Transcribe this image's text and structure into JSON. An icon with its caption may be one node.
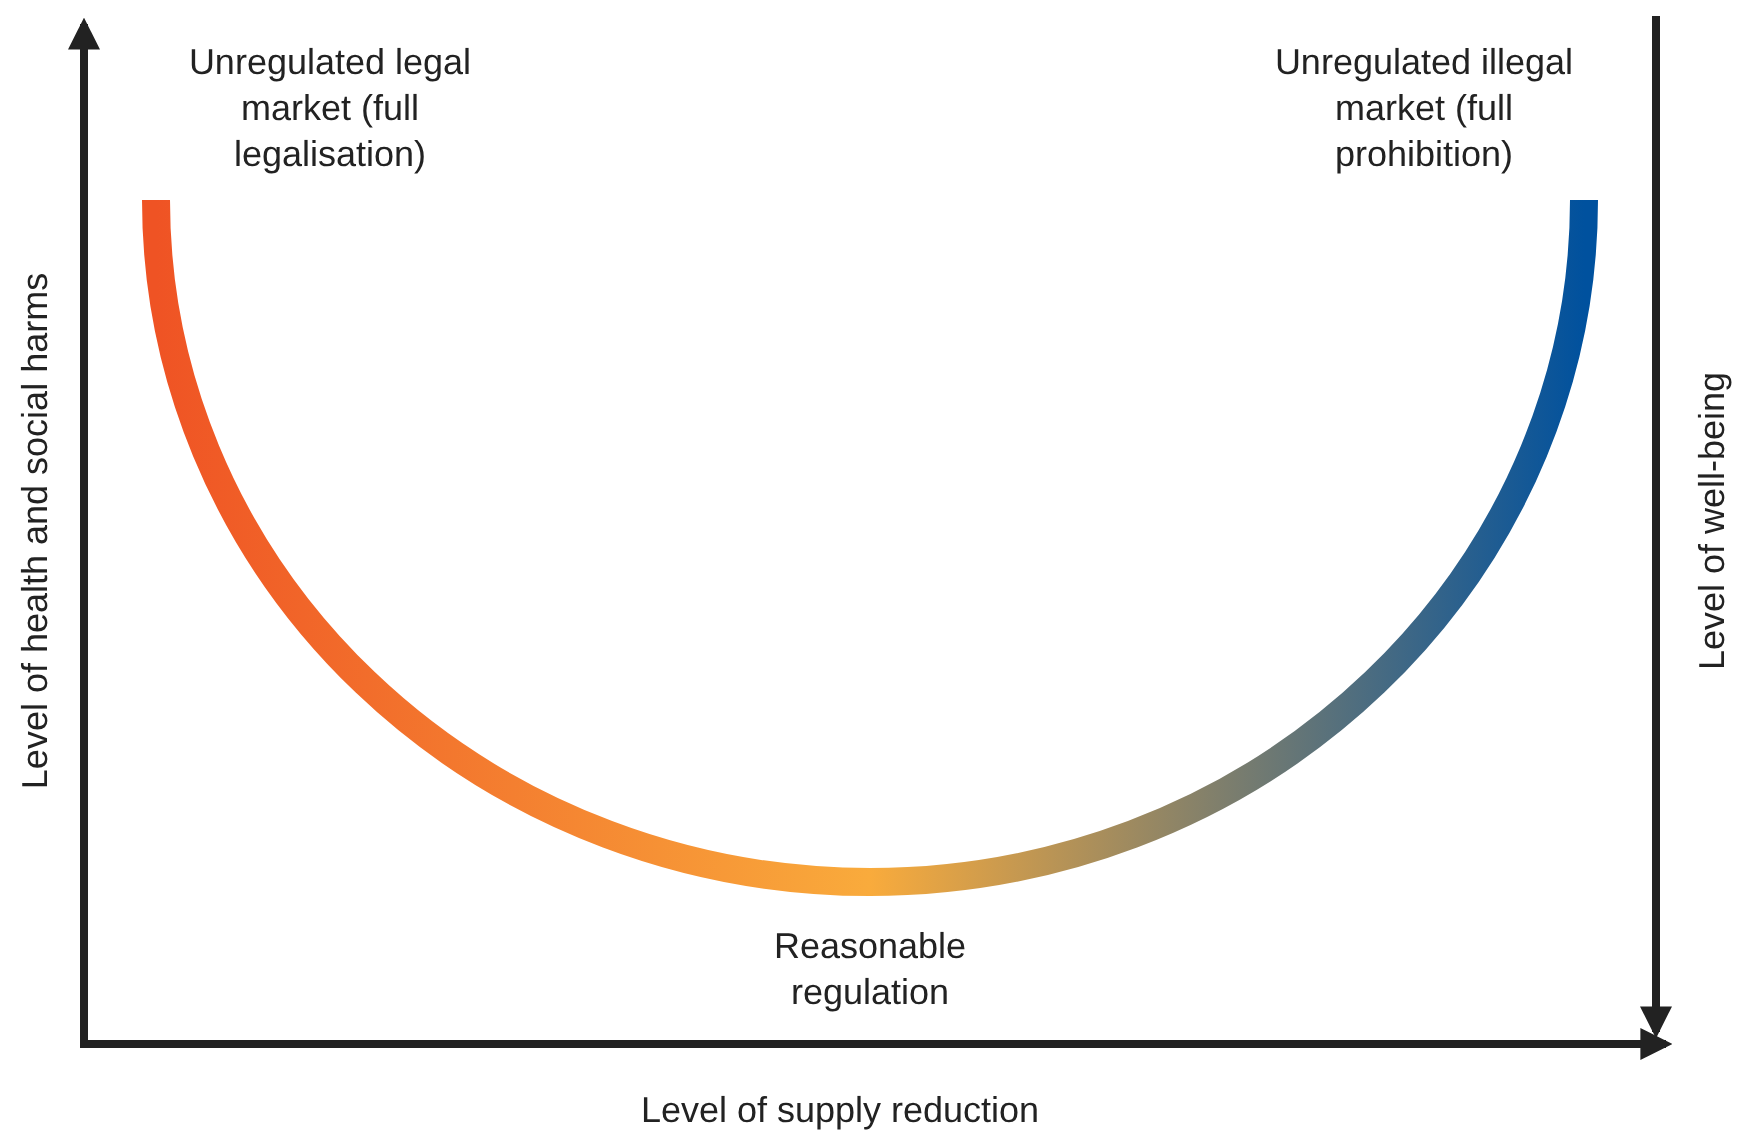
{
  "diagram": {
    "labels": [
      "Unregulated legal market (full legalisation)",
      "Unregulated illegal market (full prohibition)",
      "Level of health and social harms",
      "Level of well-being",
      "Reasonable regulation",
      "Level of supply reduction"
    ]
  }
}
